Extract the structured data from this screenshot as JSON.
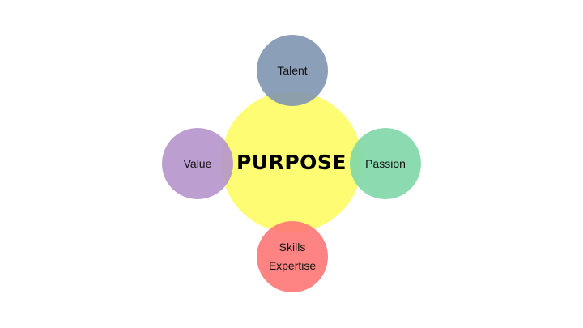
{
  "diagram": {
    "center": {
      "label": "PURPOSE",
      "color": "#fdfc6b"
    },
    "talent": {
      "label": "Talent",
      "color": "#8095b0"
    },
    "value": {
      "label": "Value",
      "color": "#b694cc"
    },
    "passion": {
      "label": "Passion",
      "color": "#80d7a7"
    },
    "skills": {
      "label_line1": "Skills",
      "label_line2": "Expertise",
      "color": "#fe7777"
    }
  }
}
